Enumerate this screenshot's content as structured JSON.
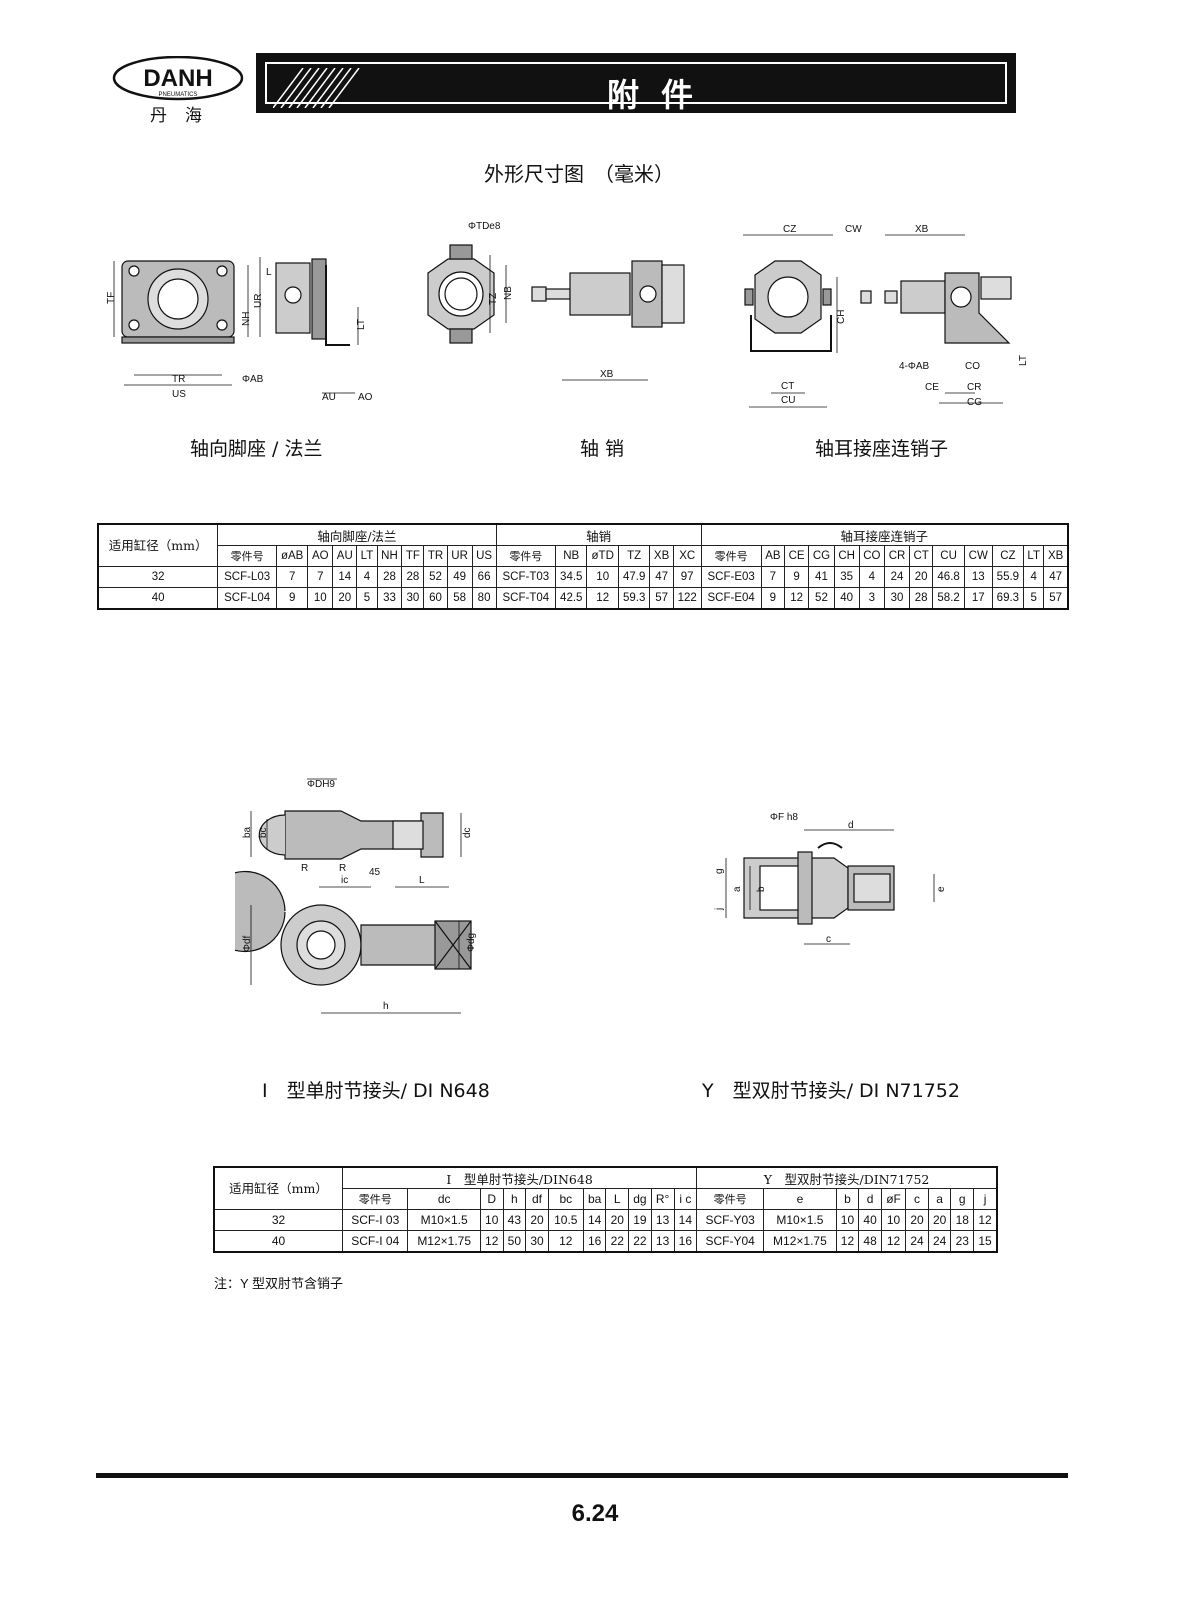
{
  "header": {
    "brand": "DANH",
    "brand_sub": "PNEUMATICS",
    "brand_cn": "丹海",
    "title": "附件"
  },
  "section_title": "外形尺寸图　（毫米）",
  "drawings_top": {
    "flange_labels": [
      "TF",
      "NH",
      "UR",
      "LT",
      "TR",
      "ΦAB",
      "US",
      "AU",
      "AO",
      "L"
    ],
    "pin_labels": [
      "ΦTDe8",
      "TZ",
      "NB",
      "XB"
    ],
    "clevis_labels": [
      "CZ",
      "CW",
      "XB",
      "CH",
      "4-ΦAB",
      "CO",
      "CT",
      "CE",
      "CR",
      "CU",
      "CG",
      "LT"
    ],
    "captions": [
      "轴向脚座 / 法兰",
      "轴 销",
      "轴耳接座连销子"
    ]
  },
  "table1": {
    "bore_header": "适用缸径（mm）",
    "groups": [
      "轴向脚座/法兰",
      "轴销",
      "轴耳接座连销子"
    ],
    "cols_flange": [
      "零件号",
      "øAB",
      "AO",
      "AU",
      "LT",
      "NH",
      "TF",
      "TR",
      "UR",
      "US"
    ],
    "cols_pin": [
      "零件号",
      "NB",
      "øTD",
      "TZ",
      "XB",
      "XC"
    ],
    "cols_clevis": [
      "零件号",
      "AB",
      "CE",
      "CG",
      "CH",
      "CO",
      "CR",
      "CT",
      "CU",
      "CW",
      "CZ",
      "LT",
      "XB"
    ],
    "rows": [
      [
        "32",
        "SCF-L03",
        "7",
        "7",
        "14",
        "4",
        "28",
        "28",
        "52",
        "49",
        "66",
        "SCF-T03",
        "34.5",
        "10",
        "47.9",
        "47",
        "97",
        "SCF-E03",
        "7",
        "9",
        "41",
        "35",
        "4",
        "24",
        "20",
        "46.8",
        "13",
        "55.9",
        "4",
        "47"
      ],
      [
        "40",
        "SCF-L04",
        "9",
        "10",
        "20",
        "5",
        "33",
        "30",
        "60",
        "58",
        "80",
        "SCF-T04",
        "42.5",
        "12",
        "59.3",
        "57",
        "122",
        "SCF-E04",
        "9",
        "12",
        "52",
        "40",
        "3",
        "30",
        "28",
        "58.2",
        "17",
        "69.3",
        "5",
        "57"
      ]
    ]
  },
  "drawings_bottom": {
    "i_labels": [
      "ΦDH9",
      "ba",
      "bc",
      "dc",
      "R",
      "R",
      "ic",
      "45",
      "L",
      "Φdf",
      "Φdg",
      "h"
    ],
    "y_labels": [
      "ΦF h8",
      "d",
      "g",
      "a",
      "b",
      "j",
      "e",
      "c"
    ],
    "captions": [
      "I　型单肘节接头/ DI N648",
      "Y　型双肘节接头/ DI N71752"
    ]
  },
  "table2": {
    "bore_header": "适用缸径（mm）",
    "groups": [
      "I　型单肘节接头/DIN648",
      "Y　型双肘节接头/DIN71752"
    ],
    "cols_i": [
      "零件号",
      "dc",
      "D",
      "h",
      "df",
      "bc",
      "ba",
      "L",
      "dg",
      "R°",
      "i c"
    ],
    "cols_y": [
      "零件号",
      "e",
      "b",
      "d",
      "øF",
      "c",
      "a",
      "g",
      "j"
    ],
    "rows": [
      [
        "32",
        "SCF-I 03",
        "M10×1.5",
        "10",
        "43",
        "20",
        "10.5",
        "14",
        "20",
        "19",
        "13",
        "14",
        "SCF-Y03",
        "M10×1.5",
        "10",
        "40",
        "10",
        "20",
        "20",
        "18",
        "12"
      ],
      [
        "40",
        "SCF-I 04",
        "M12×1.75",
        "12",
        "50",
        "30",
        "12",
        "16",
        "22",
        "22",
        "13",
        "16",
        "SCF-Y04",
        "M12×1.75",
        "12",
        "48",
        "12",
        "24",
        "24",
        "23",
        "15"
      ]
    ]
  },
  "note": "注：Y 型双肘节含销子",
  "page_number": "6.24"
}
